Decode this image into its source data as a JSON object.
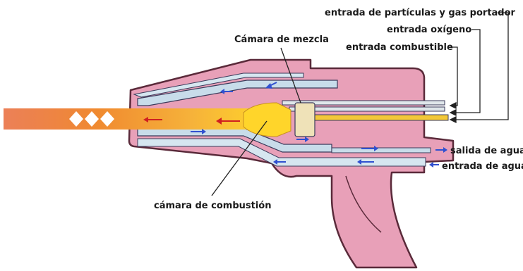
{
  "labels": {
    "particles_gas_inlet": "entrada de partículas y gas portador",
    "oxygen_inlet": "entrada oxígeno",
    "fuel_inlet": "entrada combustible",
    "mixing_chamber": "Cámara de mezcla",
    "combustion_chamber": "cámara de combustión",
    "water_outlet": "salida de agua",
    "water_inlet": "entrada de agua"
  },
  "colors": {
    "body": "#e8a0b8",
    "body_outline": "#5a2a3a",
    "channel": "#c8dcea",
    "flame_core": "#ffd52a",
    "flame_mid": "#f0a020",
    "flame_outer": "#e87040",
    "water_arrow": "#3050d0",
    "flow_arrow": "#d02020",
    "leader_line": "#222222"
  }
}
